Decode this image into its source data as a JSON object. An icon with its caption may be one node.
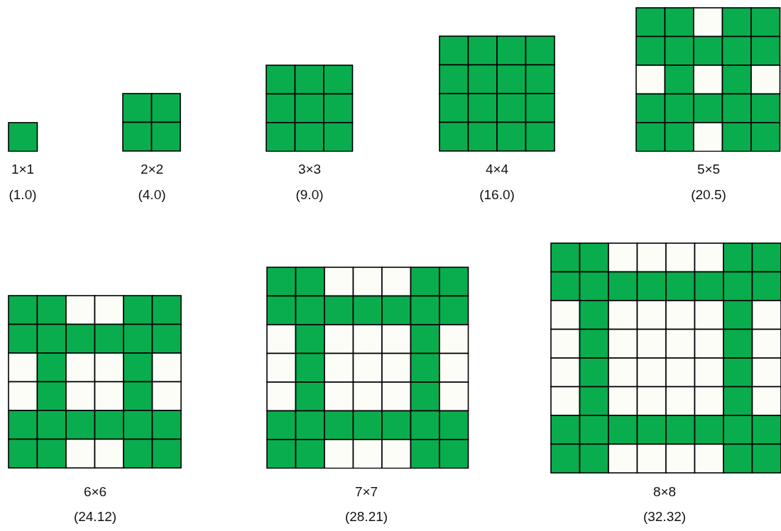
{
  "diagram": {
    "nodes": [
      {
        "text": [],
        "shape": "grid",
        "beside": [
          "1×1",
          "(1.0)"
        ]
      },
      {
        "text": [],
        "shape": "grid",
        "beside": [
          "2×2",
          "(4.0)"
        ]
      },
      {
        "text": [],
        "shape": "grid",
        "beside": [
          "3×3",
          "(9.0)"
        ]
      },
      {
        "text": [],
        "shape": "grid",
        "beside": [
          "4×4",
          "(16.0)"
        ]
      },
      {
        "text": [],
        "shape": "grid",
        "beside": [
          "5×5",
          "(20.5)"
        ]
      },
      {
        "text": [],
        "shape": "grid",
        "beside": [
          "6×6",
          "(24.12)"
        ]
      },
      {
        "text": [],
        "shape": "grid",
        "beside": [
          "7×7",
          "(28.21)"
        ]
      },
      {
        "text": [],
        "shape": "grid",
        "beside": [
          "8×8",
          "(32.32)"
        ]
      }
    ]
  }
}
